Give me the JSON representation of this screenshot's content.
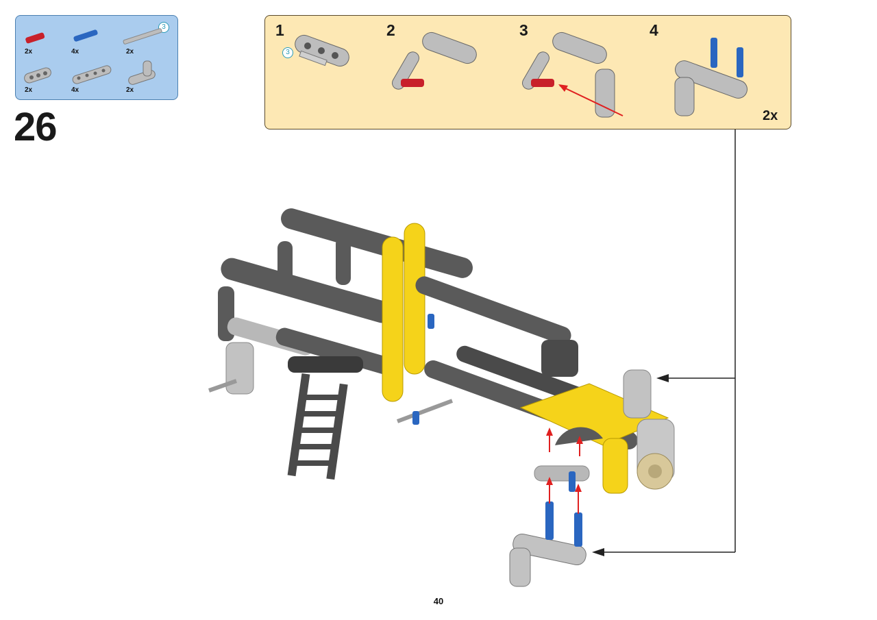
{
  "parts_list": {
    "callout": "3",
    "items": [
      {
        "name": "friction-pin-red",
        "qty": "2x",
        "color": "#c8202a"
      },
      {
        "name": "axle-pin-blue",
        "qty": "4x",
        "color": "#2a66c0"
      },
      {
        "name": "axle-gray",
        "qty": "2x",
        "color": "#b0b0b0"
      },
      {
        "name": "thick-beam-short",
        "qty": "2x",
        "color": "#b8b8b8"
      },
      {
        "name": "thin-beam-holes",
        "qty": "4x",
        "color": "#b8b8b8"
      },
      {
        "name": "angle-connector",
        "qty": "2x",
        "color": "#b8b8b8"
      }
    ]
  },
  "step_number": "26",
  "sub_assembly": {
    "steps": [
      "1",
      "2",
      "3",
      "4"
    ],
    "callout": "3",
    "multiplier": "2x"
  },
  "page_number": "40",
  "colors": {
    "parts_bg": "#aaccee",
    "sub_bg": "#fde8b4",
    "dark_gray": "#5a5a5a",
    "light_gray": "#b8b8b8",
    "yellow": "#f5d31a",
    "red": "#c8202a",
    "blue": "#2a66c0",
    "tan": "#d8c89a"
  }
}
